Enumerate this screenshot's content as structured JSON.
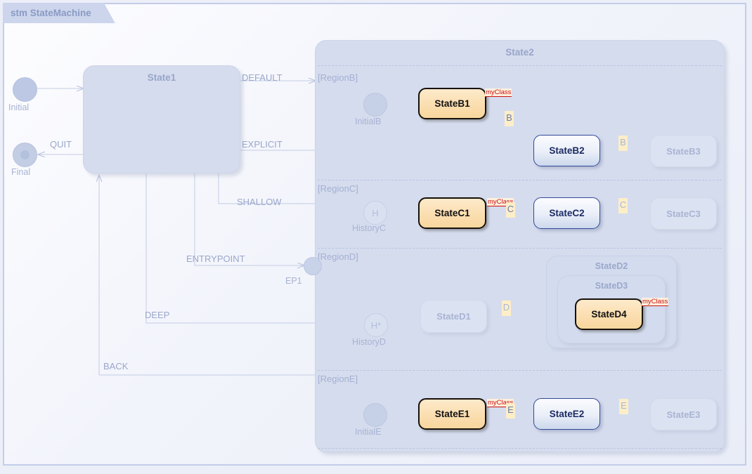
{
  "diagram": {
    "header": "stm StateMachine",
    "type": "uml-state-machine"
  },
  "left": {
    "initial": {
      "label": "Initial"
    },
    "final": {
      "label": "Final"
    },
    "state1": {
      "label": "State1"
    },
    "entrypoint": {
      "label": "EP1"
    },
    "transitions": [
      {
        "label": "DEFAULT"
      },
      {
        "label": "EXPLICIT"
      },
      {
        "label": "SHALLOW"
      },
      {
        "label": "ENTRYPOINT"
      },
      {
        "label": "DEEP"
      },
      {
        "label": "BACK"
      },
      {
        "label": "QUIT"
      }
    ]
  },
  "state2": {
    "label": "State2",
    "regions": [
      {
        "label": "[RegionB]",
        "initial": "InitialB",
        "states": [
          {
            "label": "StateB1",
            "style": "highlight",
            "stereotype": "myClass"
          },
          {
            "label": "StateB2",
            "style": "blue"
          },
          {
            "label": "StateB3",
            "style": "faded"
          }
        ],
        "badges": [
          {
            "label": "B"
          },
          {
            "label": "B"
          }
        ]
      },
      {
        "label": "[RegionC]",
        "history": {
          "label": "HistoryC",
          "glyph": "H"
        },
        "states": [
          {
            "label": "StateC1",
            "style": "highlight",
            "stereotype": "myClass"
          },
          {
            "label": "StateC2",
            "style": "blue"
          },
          {
            "label": "StateC3",
            "style": "faded"
          }
        ],
        "badges": [
          {
            "label": "C"
          },
          {
            "label": "C"
          }
        ]
      },
      {
        "label": "[RegionD]",
        "history": {
          "label": "HistoryD",
          "glyph": "H*"
        },
        "states": [
          {
            "label": "StateD1",
            "style": "faded"
          },
          {
            "label": "StateD2",
            "style": "container"
          },
          {
            "label": "StateD3",
            "style": "container"
          },
          {
            "label": "StateD4",
            "style": "highlight",
            "stereotype": "myClass"
          }
        ],
        "badges": [
          {
            "label": "D"
          }
        ]
      },
      {
        "label": "[RegionE]",
        "initial": "InitialE",
        "states": [
          {
            "label": "StateE1",
            "style": "highlight",
            "stereotype": "myClass"
          },
          {
            "label": "StateE2",
            "style": "blue"
          },
          {
            "label": "StateE3",
            "style": "faded"
          }
        ],
        "badges": [
          {
            "label": "E"
          },
          {
            "label": "E"
          }
        ]
      }
    ]
  },
  "colors": {
    "canvas": "#eceff8",
    "frame_border": "#c3cde8",
    "tab_bg": "#ccd5ec",
    "faded_state": "#dbe2f1",
    "highlight_fill": "#fbdeb0",
    "highlight_border": "#16110b",
    "blue_border": "#33489a",
    "stereotype_text": "#cc1111",
    "badge_bg": "#fdeec8",
    "label_text": "#9aa7cb"
  }
}
